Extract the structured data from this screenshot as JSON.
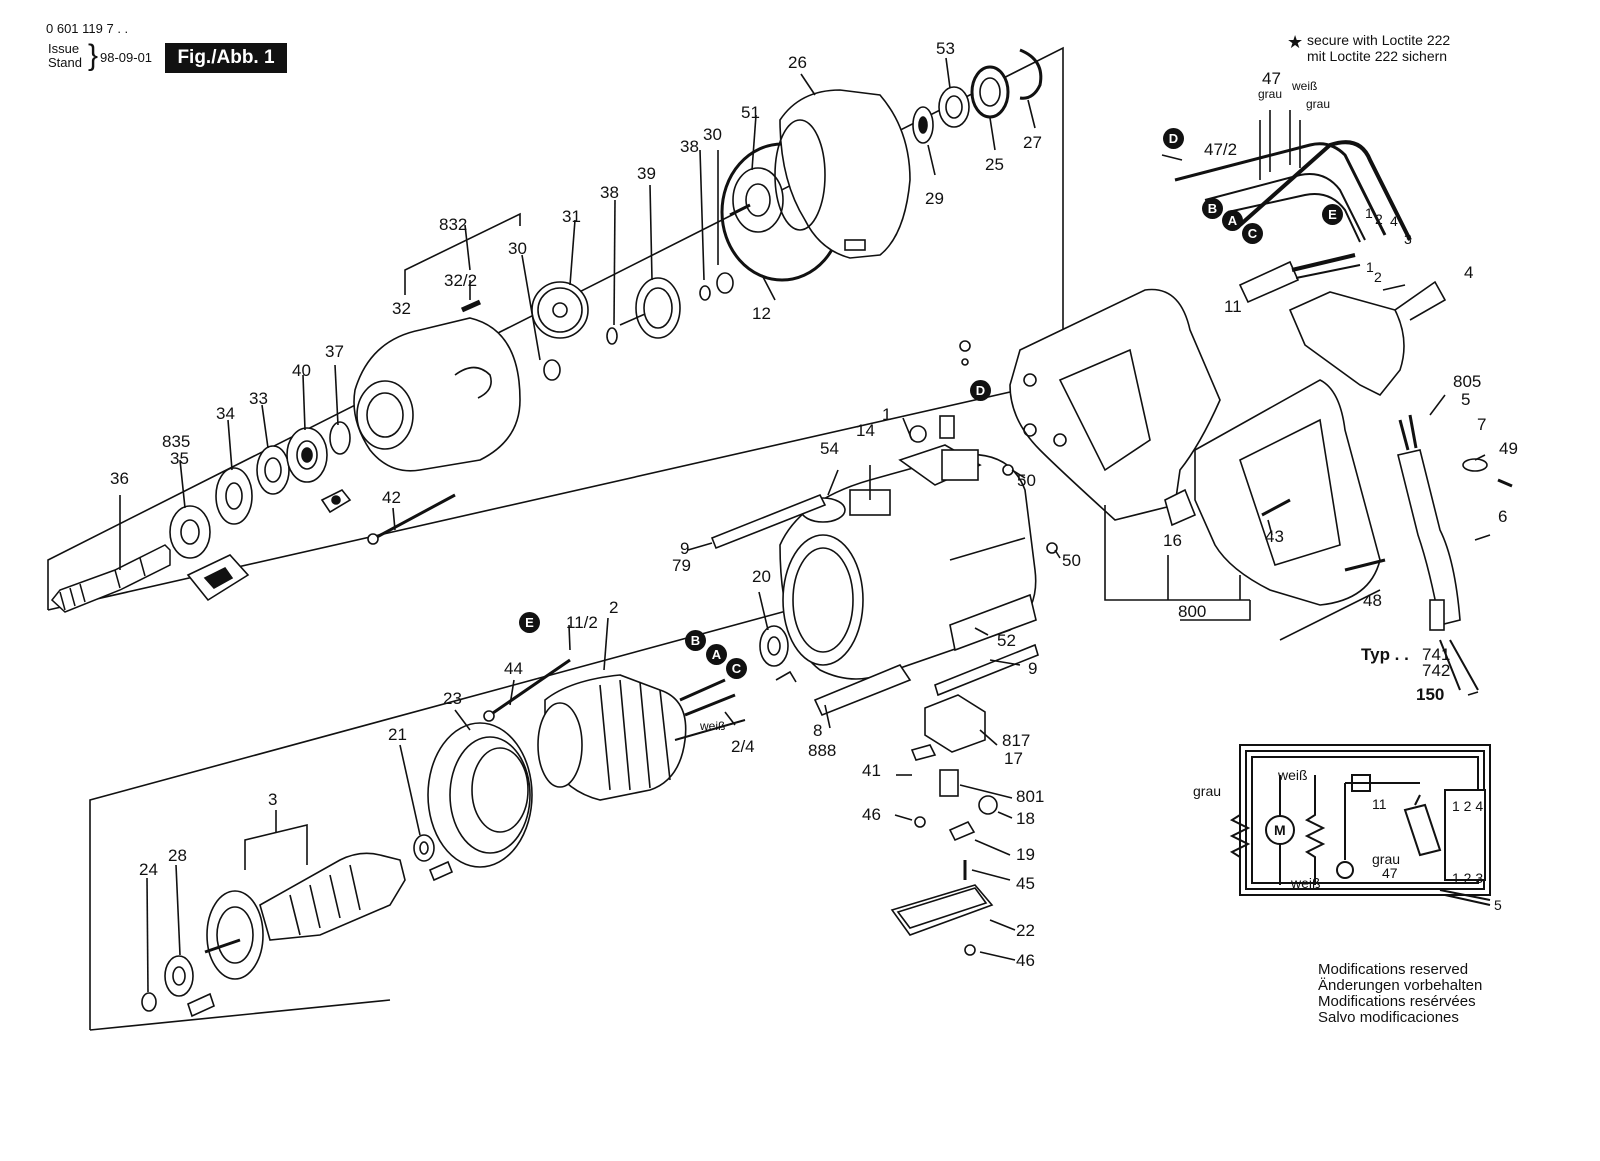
{
  "header": {
    "part_number": "0 601 119 7 . .",
    "issue_label": "Issue",
    "stand_label": "Stand",
    "issue_date": "98-09-01",
    "figure_label": "Fig./Abb. 1"
  },
  "notes": {
    "star": "★",
    "line1": "secure with Loctite 222",
    "line2": "mit Loctite 222 sichern"
  },
  "footer": {
    "line1": "Modifications reserved",
    "line2": "Änderungen vorbehalten",
    "line3": "Modifications resérvées",
    "line4": "Salvo modificaciones"
  },
  "markers": {
    "A": "A",
    "B": "B",
    "C": "C",
    "D": "D",
    "E": "E"
  },
  "labels": {
    "l26": "26",
    "l53": "53",
    "l27": "27",
    "l25": "25",
    "l29": "29",
    "l51": "51",
    "l30a": "30",
    "l38a": "38",
    "l39": "39",
    "l38b": "38",
    "l12": "12",
    "l31": "31",
    "l30b": "30",
    "l832": "832",
    "l32_2": "32/2",
    "l32": "32",
    "l37": "37",
    "l40": "40",
    "l33": "33",
    "l34": "34",
    "l835": "835",
    "l35": "35",
    "l36": "36",
    "l42": "42",
    "l54": "54",
    "l14": "14",
    "l1": "1",
    "l50a": "50",
    "l50b": "50",
    "l9a": "9",
    "l79": "79",
    "l20": "20",
    "l52": "52",
    "l9b": "9",
    "l888": "888",
    "l8": "8",
    "l11_2": "11/2",
    "l2": "2",
    "l44": "44",
    "l23": "23",
    "l2_4": "2/4",
    "l21": "21",
    "l3": "3",
    "l24": "24",
    "l28": "28",
    "l41": "41",
    "l817": "817",
    "l17": "17",
    "l801": "801",
    "l46a": "46",
    "l18": "18",
    "l19": "19",
    "l45": "45",
    "l22": "22",
    "l46b": "46",
    "l43": "43",
    "l800": "800",
    "l48": "48",
    "l16": "16",
    "l47": "47",
    "l47_2": "47/2",
    "l4": "4",
    "l11": "11",
    "l805": "805",
    "l5": "5",
    "l7": "7",
    "l49": "49",
    "l6": "6",
    "typ": "Typ . .",
    "l741": "741",
    "l742": "742",
    "l150": "150",
    "w1": "1",
    "w2": "2",
    "w4": "4",
    "w3": "3",
    "w1b": "1",
    "w2b": "2",
    "l47b": "47"
  },
  "wire_colors": {
    "grau_a": "grau",
    "weiss_a": "weiß",
    "grau_b": "grau",
    "weiss_b": "weiß",
    "grau_c": "grau",
    "weiss_c": "weiß",
    "weiss_d": "weiß",
    "grau_d": "grau"
  },
  "schematic": {
    "motor": "M",
    "terminals_top": "1 2 4",
    "terminals_bottom": "1 2 3",
    "l11": "11",
    "l47": "47",
    "l5": "5"
  }
}
